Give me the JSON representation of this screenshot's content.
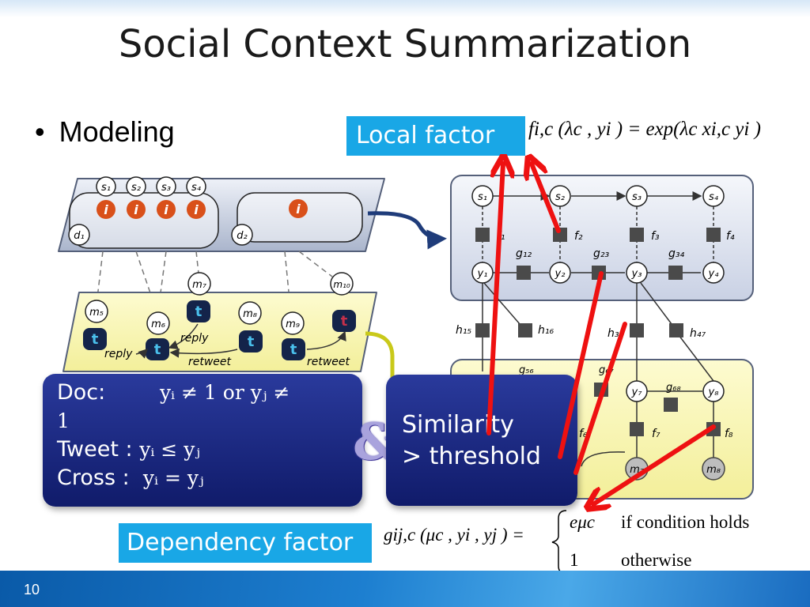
{
  "title": "Social Context Summarization",
  "bullet": {
    "marker": "•",
    "text": "Modeling"
  },
  "local_factor": {
    "label": "Local factor",
    "formula": "fi,c (λc , yi ) = exp(λc xi,c yi )"
  },
  "dependency_factor": {
    "label": "Dependency factor",
    "formula": "gij,c (μc , yi , yj ) =",
    "case1_value": "eμc",
    "case1_text": "if condition holds",
    "case2_value": "1",
    "case2_text": "otherwise"
  },
  "conditions": {
    "doc_label": "Doc:",
    "doc_expr": "yᵢ ≠ 1 or yⱼ ≠",
    "doc_expr_cont": "1",
    "tweet_label": "Tweet :",
    "tweet_expr": "yᵢ ≤ yⱼ",
    "cross_label": "Cross :",
    "cross_expr": "yᵢ = yⱼ"
  },
  "ampersand": "&",
  "similarity": {
    "line1": "Similarity",
    "line2": "> threshold"
  },
  "left_graph": {
    "sentences": [
      "s₁",
      "s₂",
      "s₃",
      "s₄"
    ],
    "docs": [
      "d₁",
      "d₂"
    ],
    "tweets": [
      "m₅",
      "m₆",
      "m₇",
      "m₈",
      "m₉",
      "m₁₀"
    ],
    "edge_labels": [
      "reply",
      "reply",
      "retweet",
      "retweet"
    ]
  },
  "right_graph": {
    "s_nodes": [
      "s₁",
      "s₂",
      "s₃",
      "s₄"
    ],
    "f_labels": [
      "f₁",
      "f₂",
      "f₃",
      "f₄"
    ],
    "y_top": [
      "y₁",
      "y₂",
      "y₃",
      "y₄"
    ],
    "g_top": [
      "g₁₂",
      "g₂₃",
      "g₃₄"
    ],
    "h_labels": [
      "h₁₅",
      "h₁₆",
      "h₃₇",
      "h₄₇"
    ],
    "g_bottom": [
      "g₅₆",
      "g₆₇",
      "g₆₈"
    ],
    "y_bottom": [
      "y₇",
      "y₈"
    ],
    "f_bottom": [
      "f₆",
      "f₇",
      "f₈"
    ],
    "m_bottom": [
      "m₇",
      "m₈"
    ]
  },
  "page_number": "10",
  "colors": {
    "accent_blue": "#19a7e6",
    "panel_navy": "#1a2585",
    "arrow_red": "#ee1111"
  }
}
